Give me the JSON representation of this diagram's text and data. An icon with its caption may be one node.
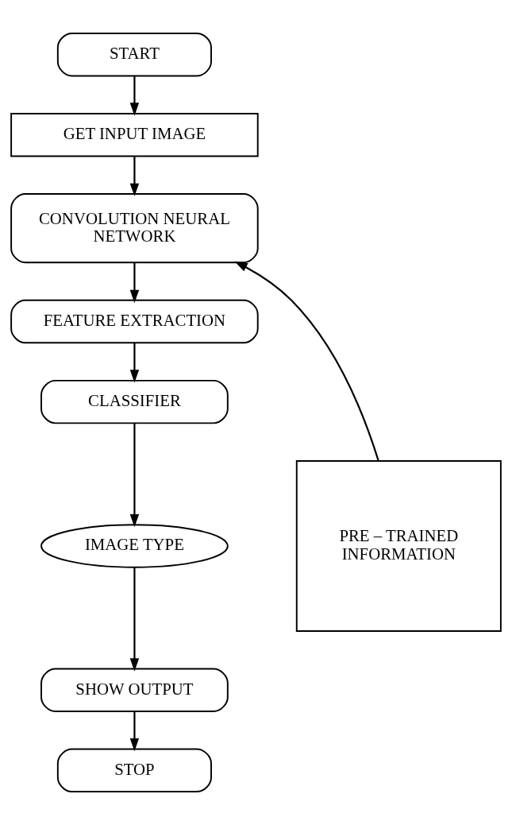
{
  "diagram": {
    "nodes": [
      {
        "text": [
          "START"
        ]
      },
      {
        "text": [
          "GET INPUT IMAGE"
        ]
      },
      {
        "text": [
          "CONVOLUTION NEURAL NETWORK"
        ]
      },
      {
        "text": [
          "FEATURE EXTRACTION"
        ]
      },
      {
        "text": [
          "CLASSIFIER"
        ]
      },
      {
        "text": [
          "IMAGE TYPE"
        ]
      },
      {
        "text": [
          "PRE – TRAINED INFORMATION"
        ]
      },
      {
        "text": [
          "SHOW OUTPUT"
        ]
      },
      {
        "text": [
          "STOP"
        ]
      }
    ],
    "edges": [
      {
        "from": 0,
        "to": 1,
        "arrow": "to"
      },
      {
        "from": 1,
        "to": 2,
        "arrow": "to"
      },
      {
        "from": 2,
        "to": 3,
        "arrow": "to"
      },
      {
        "from": 3,
        "to": 4,
        "arrow": "to"
      },
      {
        "from": 4,
        "to": 5,
        "arrow": "to"
      },
      {
        "from": 5,
        "to": 7,
        "arrow": "to"
      },
      {
        "from": 7,
        "to": 8,
        "arrow": "to"
      },
      {
        "from": 6,
        "to": 2,
        "arrow": "to"
      }
    ]
  }
}
